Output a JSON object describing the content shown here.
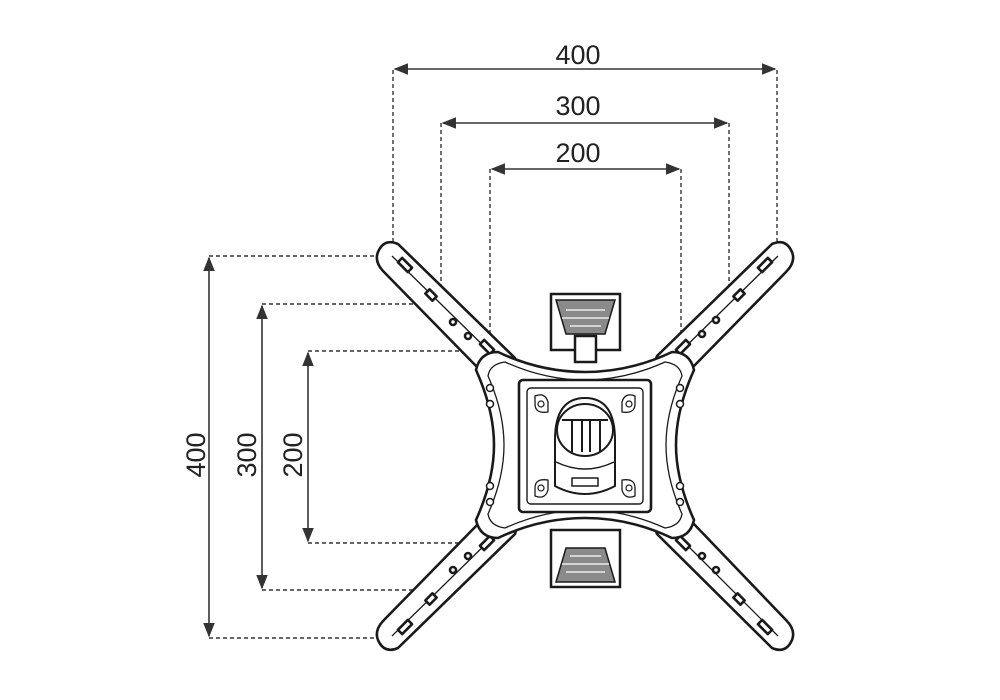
{
  "diagram": {
    "horizontal_dimensions": [
      "400",
      "300",
      "200"
    ],
    "vertical_dimensions": [
      "400",
      "300",
      "200"
    ]
  },
  "colors": {
    "line": "#333333",
    "outline": "#1a1a1a",
    "fill": "#ffffff",
    "shade": "#8a8a8a"
  }
}
